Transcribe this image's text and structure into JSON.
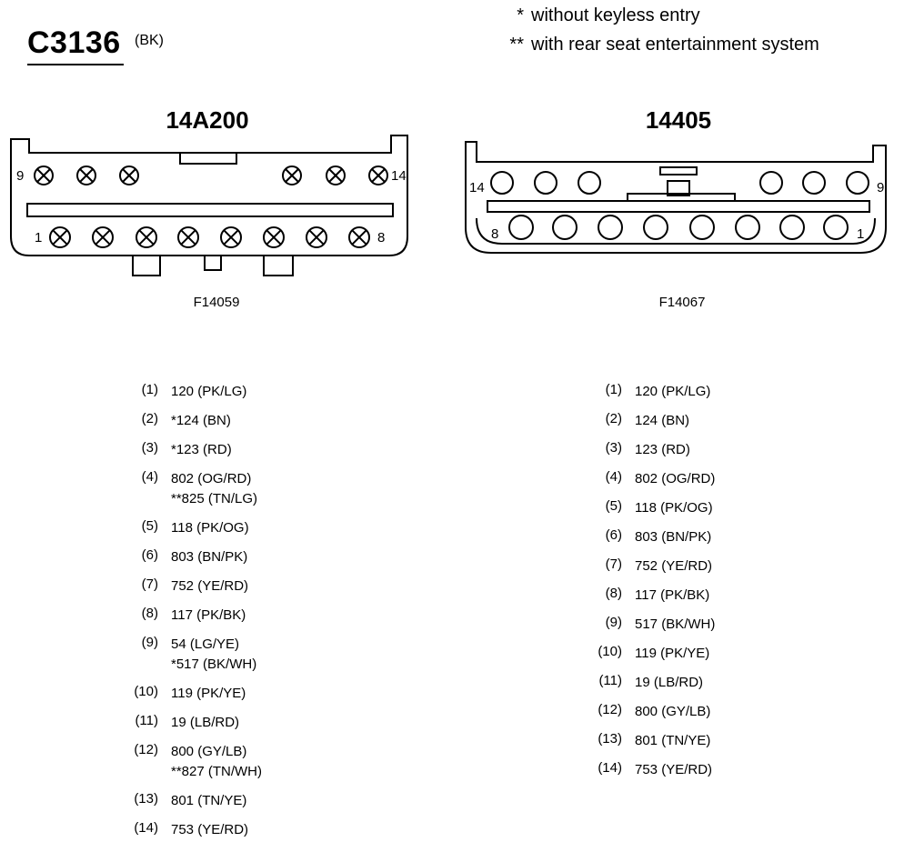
{
  "connector": {
    "id": "C3136",
    "color_code": "(BK)"
  },
  "notes": [
    {
      "symbol": "*",
      "text": "without keyless entry"
    },
    {
      "symbol": "**",
      "text": "with rear seat entertainment system"
    }
  ],
  "left": {
    "part": "14A200",
    "figure": "F14059",
    "corner_labels": {
      "top_left": "9",
      "top_right": "14",
      "bottom_left": "1",
      "bottom_right": "8"
    },
    "pins": [
      {
        "num": "(1)",
        "wires": [
          "120 (PK/LG)"
        ]
      },
      {
        "num": "(2)",
        "wires": [
          "*124 (BN)"
        ]
      },
      {
        "num": "(3)",
        "wires": [
          "*123 (RD)"
        ]
      },
      {
        "num": "(4)",
        "wires": [
          "802 (OG/RD)",
          "**825 (TN/LG)"
        ]
      },
      {
        "num": "(5)",
        "wires": [
          "118 (PK/OG)"
        ]
      },
      {
        "num": "(6)",
        "wires": [
          "803 (BN/PK)"
        ]
      },
      {
        "num": "(7)",
        "wires": [
          "752 (YE/RD)"
        ]
      },
      {
        "num": "(8)",
        "wires": [
          "117 (PK/BK)"
        ]
      },
      {
        "num": "(9)",
        "wires": [
          "54 (LG/YE)",
          "*517 (BK/WH)"
        ]
      },
      {
        "num": "(10)",
        "wires": [
          "119 (PK/YE)"
        ]
      },
      {
        "num": "(11)",
        "wires": [
          "19 (LB/RD)"
        ]
      },
      {
        "num": "(12)",
        "wires": [
          "800 (GY/LB)",
          "**827 (TN/WH)"
        ]
      },
      {
        "num": "(13)",
        "wires": [
          "801 (TN/YE)"
        ]
      },
      {
        "num": "(14)",
        "wires": [
          "753 (YE/RD)"
        ]
      }
    ]
  },
  "right": {
    "part": "14405",
    "figure": "F14067",
    "corner_labels": {
      "top_left": "14",
      "top_right": "9",
      "bottom_left": "8",
      "bottom_right": "1"
    },
    "pins": [
      {
        "num": "(1)",
        "wires": [
          "120 (PK/LG)"
        ]
      },
      {
        "num": "(2)",
        "wires": [
          "124 (BN)"
        ]
      },
      {
        "num": "(3)",
        "wires": [
          "123 (RD)"
        ]
      },
      {
        "num": "(4)",
        "wires": [
          "802 (OG/RD)"
        ]
      },
      {
        "num": "(5)",
        "wires": [
          "118 (PK/OG)"
        ]
      },
      {
        "num": "(6)",
        "wires": [
          "803 (BN/PK)"
        ]
      },
      {
        "num": "(7)",
        "wires": [
          "752 (YE/RD)"
        ]
      },
      {
        "num": "(8)",
        "wires": [
          "117 (PK/BK)"
        ]
      },
      {
        "num": "(9)",
        "wires": [
          "517 (BK/WH)"
        ]
      },
      {
        "num": "(10)",
        "wires": [
          "119 (PK/YE)"
        ]
      },
      {
        "num": "(11)",
        "wires": [
          "19 (LB/RD)"
        ]
      },
      {
        "num": "(12)",
        "wires": [
          "800 (GY/LB)"
        ]
      },
      {
        "num": "(13)",
        "wires": [
          "801 (TN/YE)"
        ]
      },
      {
        "num": "(14)",
        "wires": [
          "753 (YE/RD)"
        ]
      }
    ]
  }
}
